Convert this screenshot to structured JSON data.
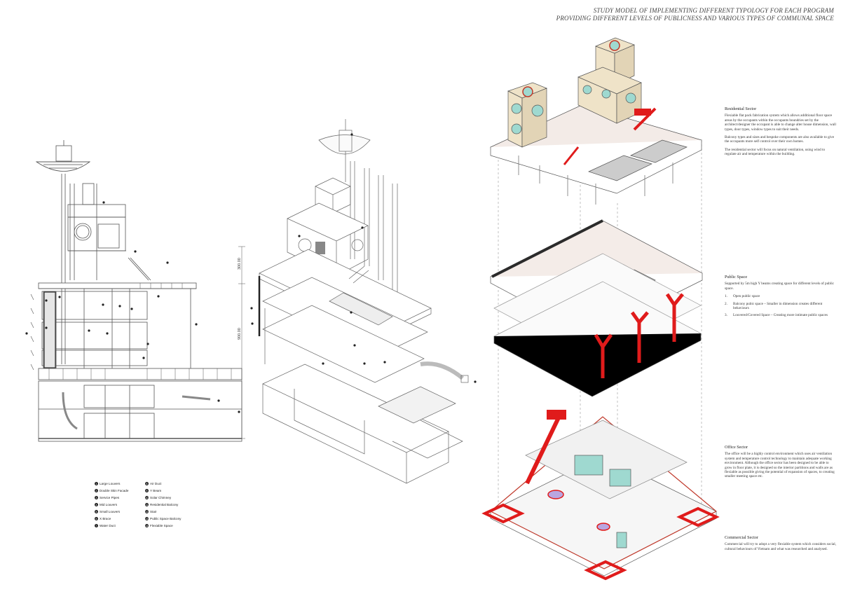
{
  "title": {
    "line1": "STUDY MODEL OF IMPLEMENTING DIFFERENT TYPOLOGY FOR EACH PROGRAM",
    "line2": "PROVIDING DIFFERENT LEVELS OF PUBLICNESS AND VARIOUS TYPES OF COMMUNAL SPACE"
  },
  "section": {
    "dim_upper": "300.00",
    "dim_lower": "900.00"
  },
  "legend": [
    {
      "num": "1",
      "label": "Large Louvers"
    },
    {
      "num": "8",
      "label": "Air Duct"
    },
    {
      "num": "2",
      "label": "Double Skin Facade"
    },
    {
      "num": "9",
      "label": "Y Beam"
    },
    {
      "num": "3",
      "label": "Service Pipes"
    },
    {
      "num": "10",
      "label": "Solar Chimney"
    },
    {
      "num": "4",
      "label": "Mid Louvers"
    },
    {
      "num": "11",
      "label": "Residential Balcony"
    },
    {
      "num": "5",
      "label": "Small Louvers"
    },
    {
      "num": "12",
      "label": "Stair"
    },
    {
      "num": "6",
      "label": "X Brace"
    },
    {
      "num": "13",
      "label": "Public Space Balcony"
    },
    {
      "num": "7",
      "label": "Water Duct"
    },
    {
      "num": "14",
      "label": "Flexiable Space"
    }
  ],
  "residential": {
    "title": "Residential Sector",
    "p1": "Flexiable flat pack fabrication system which allows additional floor space areas by the occupants within the occupants boundries set by the architect/designer the occupant is able to change alter house dimension, wall types, door types, window types to suit their needs.",
    "p2": "Balcony types and sizes and bespoke components are also available to give the occupants more self control over their own homes.",
    "p3": "The residential sector will focus on natural ventilation, using wind to regulate air and temperature within the building."
  },
  "public": {
    "title": "Public Space",
    "intro": "Supported by 5m high Y beams creating space for different levels of public space.",
    "items": [
      {
        "n": "1.",
        "text": "Open public space"
      },
      {
        "n": "2.",
        "text": "Balcony pubic space – Smaller in dimension creates different behaviours"
      },
      {
        "n": "3.",
        "text": "Louvered/Covered Space – Creating more intimate public spaces"
      }
    ]
  },
  "office": {
    "title": "Office Sector",
    "p1": "The office will be a highly control environment which uses air ventilation system and temperature control technology to maintain adequate working environment. Although the office sector has been designed to be able to grow in floor plate, it is designed so the interior partitions and walls are as flexiable as possible giving the potential of expansion of spaces, to creating smaller meeting space etc."
  },
  "commercial": {
    "title": "Commercial Sector",
    "p1": "Commercial will try to adopt a very flexiable system which considers social, cultural behaviours of Vietnam and what was researched and analysed."
  },
  "colors": {
    "line": "#555555",
    "accent_red": "#e01b1b",
    "glass": "#9fd9d0",
    "timber": "#efe3c8",
    "floor": "#f4ece8"
  }
}
